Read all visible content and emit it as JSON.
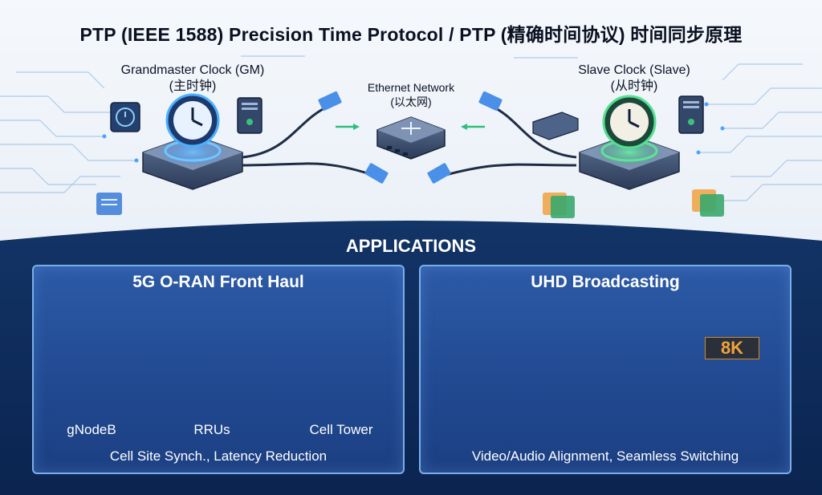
{
  "title": "PTP (IEEE 1588) Precision Time Protocol / PTP (精确时间协议) 时间同步原理",
  "grandmaster": {
    "label_en": "Grandmaster Clock (GM)",
    "label_zh": "(主时钟)"
  },
  "network": {
    "label_en": "Ethernet Network",
    "label_zh": "(以太网)"
  },
  "slave": {
    "label_en": "Slave Clock (Slave)",
    "label_zh": "(从时钟)"
  },
  "applications": {
    "heading": "APPLICATIONS",
    "oran": {
      "title": "5G O-RAN Front Haul",
      "gnodeb": "gNodeB",
      "rrus": "RRUs",
      "tower": "Cell Tower",
      "caption": "Cell Site Synch., Latency Reduction"
    },
    "uhd": {
      "title": "UHD Broadcasting",
      "badge": "8K",
      "caption": "Video/Audio Alignment, Seamless Switching"
    }
  },
  "colors": {
    "navy": "#0f2a5a",
    "panel": "#24519a",
    "accent_blue": "#3da0ff",
    "accent_green": "#3ed08a",
    "accent_orange": "#f29a3a"
  },
  "icons": [
    "clock-icon",
    "server-icon",
    "ethernet-cable-icon",
    "network-switch-icon",
    "antenna-icon",
    "camera-icon",
    "monitor-icon",
    "mixer-icon"
  ]
}
